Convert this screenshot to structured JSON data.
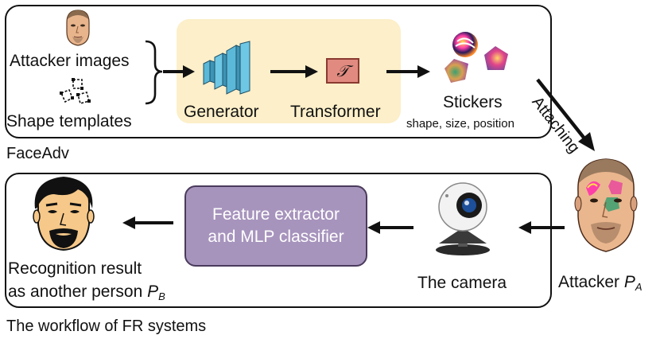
{
  "faceadv": {
    "panel_label": "FaceAdv",
    "attacker_images": "Attacker images",
    "shape_templates": "Shape templates",
    "generator": "Generator",
    "transformer": "Transformer",
    "transformer_symbol": "𝒯",
    "stickers": "Stickers",
    "sticker_attrs": "shape, size,  position",
    "attaching": "Attaching"
  },
  "fr_system": {
    "panel_label": "The workflow of FR systems",
    "feature_line1": "Feature extractor",
    "feature_line2": "and MLP classifier",
    "camera": "The camera",
    "attacker_prefix": "Attacker ",
    "attacker_var": "P",
    "attacker_sub": "A",
    "result_line1": "Recognition result",
    "result_line2_prefix": "as another person ",
    "result_var": "P",
    "result_sub": "B"
  },
  "colors": {
    "generator_bg": "#fcefc9",
    "feature_box": "#a794bd",
    "transformer_box": "#e08a80",
    "network_blue": "#5bb8d8"
  },
  "icons": [
    "attacker-face-icon",
    "shape-template-icon",
    "network-icon",
    "sticker-icon",
    "camera-icon",
    "recognized-face-icon"
  ]
}
